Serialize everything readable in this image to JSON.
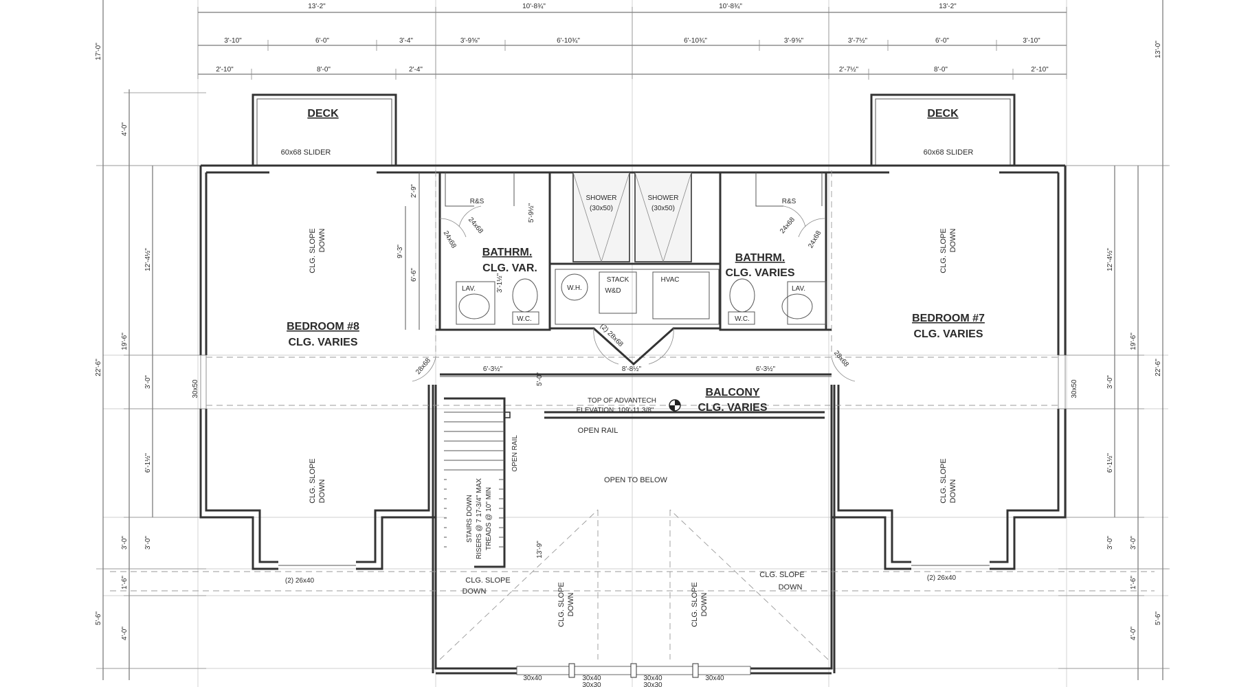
{
  "dimensions": {
    "top_overall": [
      "13'-2\"",
      "10'-8¾\"",
      "10'-8¾\"",
      "13'-2\""
    ],
    "top_row2": [
      "3'-10\"",
      "6'-0\"",
      "3'-4\"",
      "3'-9⅝\"",
      "6'-10¾\"",
      "6'-10¾\"",
      "3'-9⅝\"",
      "3'-7½\"",
      "6'-0\"",
      "3'-10\""
    ],
    "top_row3": [
      "2'-10\"",
      "8'-0\"",
      "2'-4\"",
      "2'-7½\"",
      "8'-0\"",
      "2'-10\""
    ],
    "left_outer": [
      "17'-0\"",
      "22'-6\"",
      "5'-6\""
    ],
    "left_inner": [
      "4'-0\"",
      "19'-6\"",
      "3'-0\"",
      "1'-6\"",
      "4'-0\""
    ],
    "left_detail": [
      "12'-4½\"",
      "3'-0\"",
      "6'-1½\"",
      "3'-0\""
    ],
    "right_outer": [
      "13'-0\"",
      "22'-6\"",
      "5'-6\""
    ],
    "right_inner": [
      "19'-6\"",
      "3'-0\"",
      "1'-6\"",
      "4'-0\""
    ],
    "right_detail": [
      "12'-4½\"",
      "3'-0\"",
      "6'-1½\"",
      "3'-0\""
    ],
    "bath_left": [
      "2'-9\"",
      "9'-3\"",
      "6'-6\""
    ],
    "bath_left_inner": [
      "5'-9½\"",
      "3'-1½\""
    ],
    "hall": [
      "6'-3½\"",
      "8'-8½\"",
      "6'-3½\"",
      "5'-0\""
    ],
    "stair_vertical": "13'-9\""
  },
  "rooms": {
    "deck_left": "DECK",
    "deck_right": "DECK",
    "slider_left": "60x68 SLIDER",
    "slider_right": "60x68 SLIDER",
    "bedroom8_name": "BEDROOM #8",
    "bedroom8_clg": "CLG. VARIES",
    "bedroom7_name": "BEDROOM #7",
    "bedroom7_clg": "CLG. VARIES",
    "bath_left_name": "BATHRM.",
    "bath_left_clg": "CLG. VAR.",
    "bath_right_name": "BATHRM.",
    "bath_right_clg": "CLG. VARIES",
    "balcony_name": "BALCONY",
    "balcony_clg": "CLG. VARIES",
    "open_below": "OPEN TO BELOW",
    "open_rail": "OPEN RAIL",
    "open_rail_vertical": "OPEN RAIL"
  },
  "fixtures": {
    "rs_left": "R&S",
    "rs_right": "R&S",
    "shower_left": "SHOWER",
    "shower_left_size": "(30x50)",
    "shower_right": "SHOWER",
    "shower_right_size": "(30x50)",
    "lav_left": "LAV.",
    "lav_right": "LAV.",
    "wc_left": "W.C.",
    "wc_right": "W.C.",
    "wh": "W.H.",
    "stack1": "STACK",
    "stack2": "W&D",
    "hvac": "HVAC"
  },
  "doors": {
    "bath_l1": "24x68",
    "bath_l2": "24x68",
    "bath_r1": "24x68",
    "bath_r2": "24x68",
    "hall_l": "28x68",
    "hall_r": "28x68",
    "closet": "(2) 28x68"
  },
  "windows": {
    "bed8_side": "30x50",
    "bed7_side": "30x50",
    "bed8_bottom": "(2) 26x40",
    "bed7_bottom": "(2) 26x40",
    "front": [
      "30x40",
      "30x40",
      "30x40",
      "30x40"
    ],
    "front_lower": [
      "30x30",
      "30x30"
    ]
  },
  "ceiling_notes": {
    "slope": "CLG. SLOPE",
    "down": "DOWN"
  },
  "stairs": {
    "line1": "STAIRS DOWN",
    "line2": "RISERS @ 7 17-3/4\" MAX",
    "line3": "TREADS @ 10\" MIN"
  },
  "elevation": {
    "line1": "TOP OF ADVANTECH",
    "line2": "ELEVATION: 109'-11 3/8\""
  }
}
